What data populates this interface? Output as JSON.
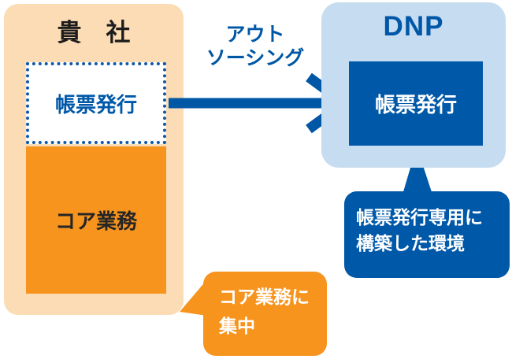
{
  "colors": {
    "peach_panel": "#FBDCB4",
    "orange": "#F7941E",
    "light_blue_panel": "#C6DCF0",
    "dark_blue": "#0058A8",
    "blue_text": "#0057A5",
    "dark_text": "#262626",
    "white": "#FFFFFF"
  },
  "left_panel": {
    "title": "貴　社",
    "outsourced_box_label": "帳票発行",
    "core_box_label": "コア業務"
  },
  "arrow": {
    "label_line1": "アウト",
    "label_line2": "ソーシング"
  },
  "right_panel": {
    "title": "DNP",
    "box_label": "帳票発行"
  },
  "callouts": {
    "core_focus": {
      "line1": "コア業務に",
      "line2": "集中"
    },
    "environment": {
      "line1": "帳票発行専用に",
      "line2": "構築した環境"
    }
  }
}
